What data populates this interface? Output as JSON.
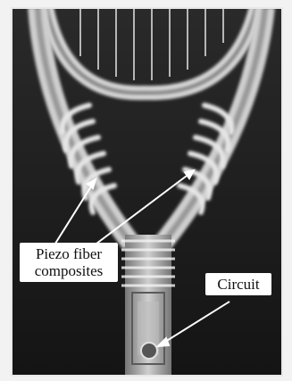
{
  "labels": {
    "piezo_line1": "Piezo fiber",
    "piezo_line2": "composites",
    "circuit": "Circuit"
  },
  "colors": {
    "background": "#1c1c1c",
    "frame_glow": "#e8e8e8",
    "label_bg": "#ffffff",
    "label_text": "#111111"
  }
}
